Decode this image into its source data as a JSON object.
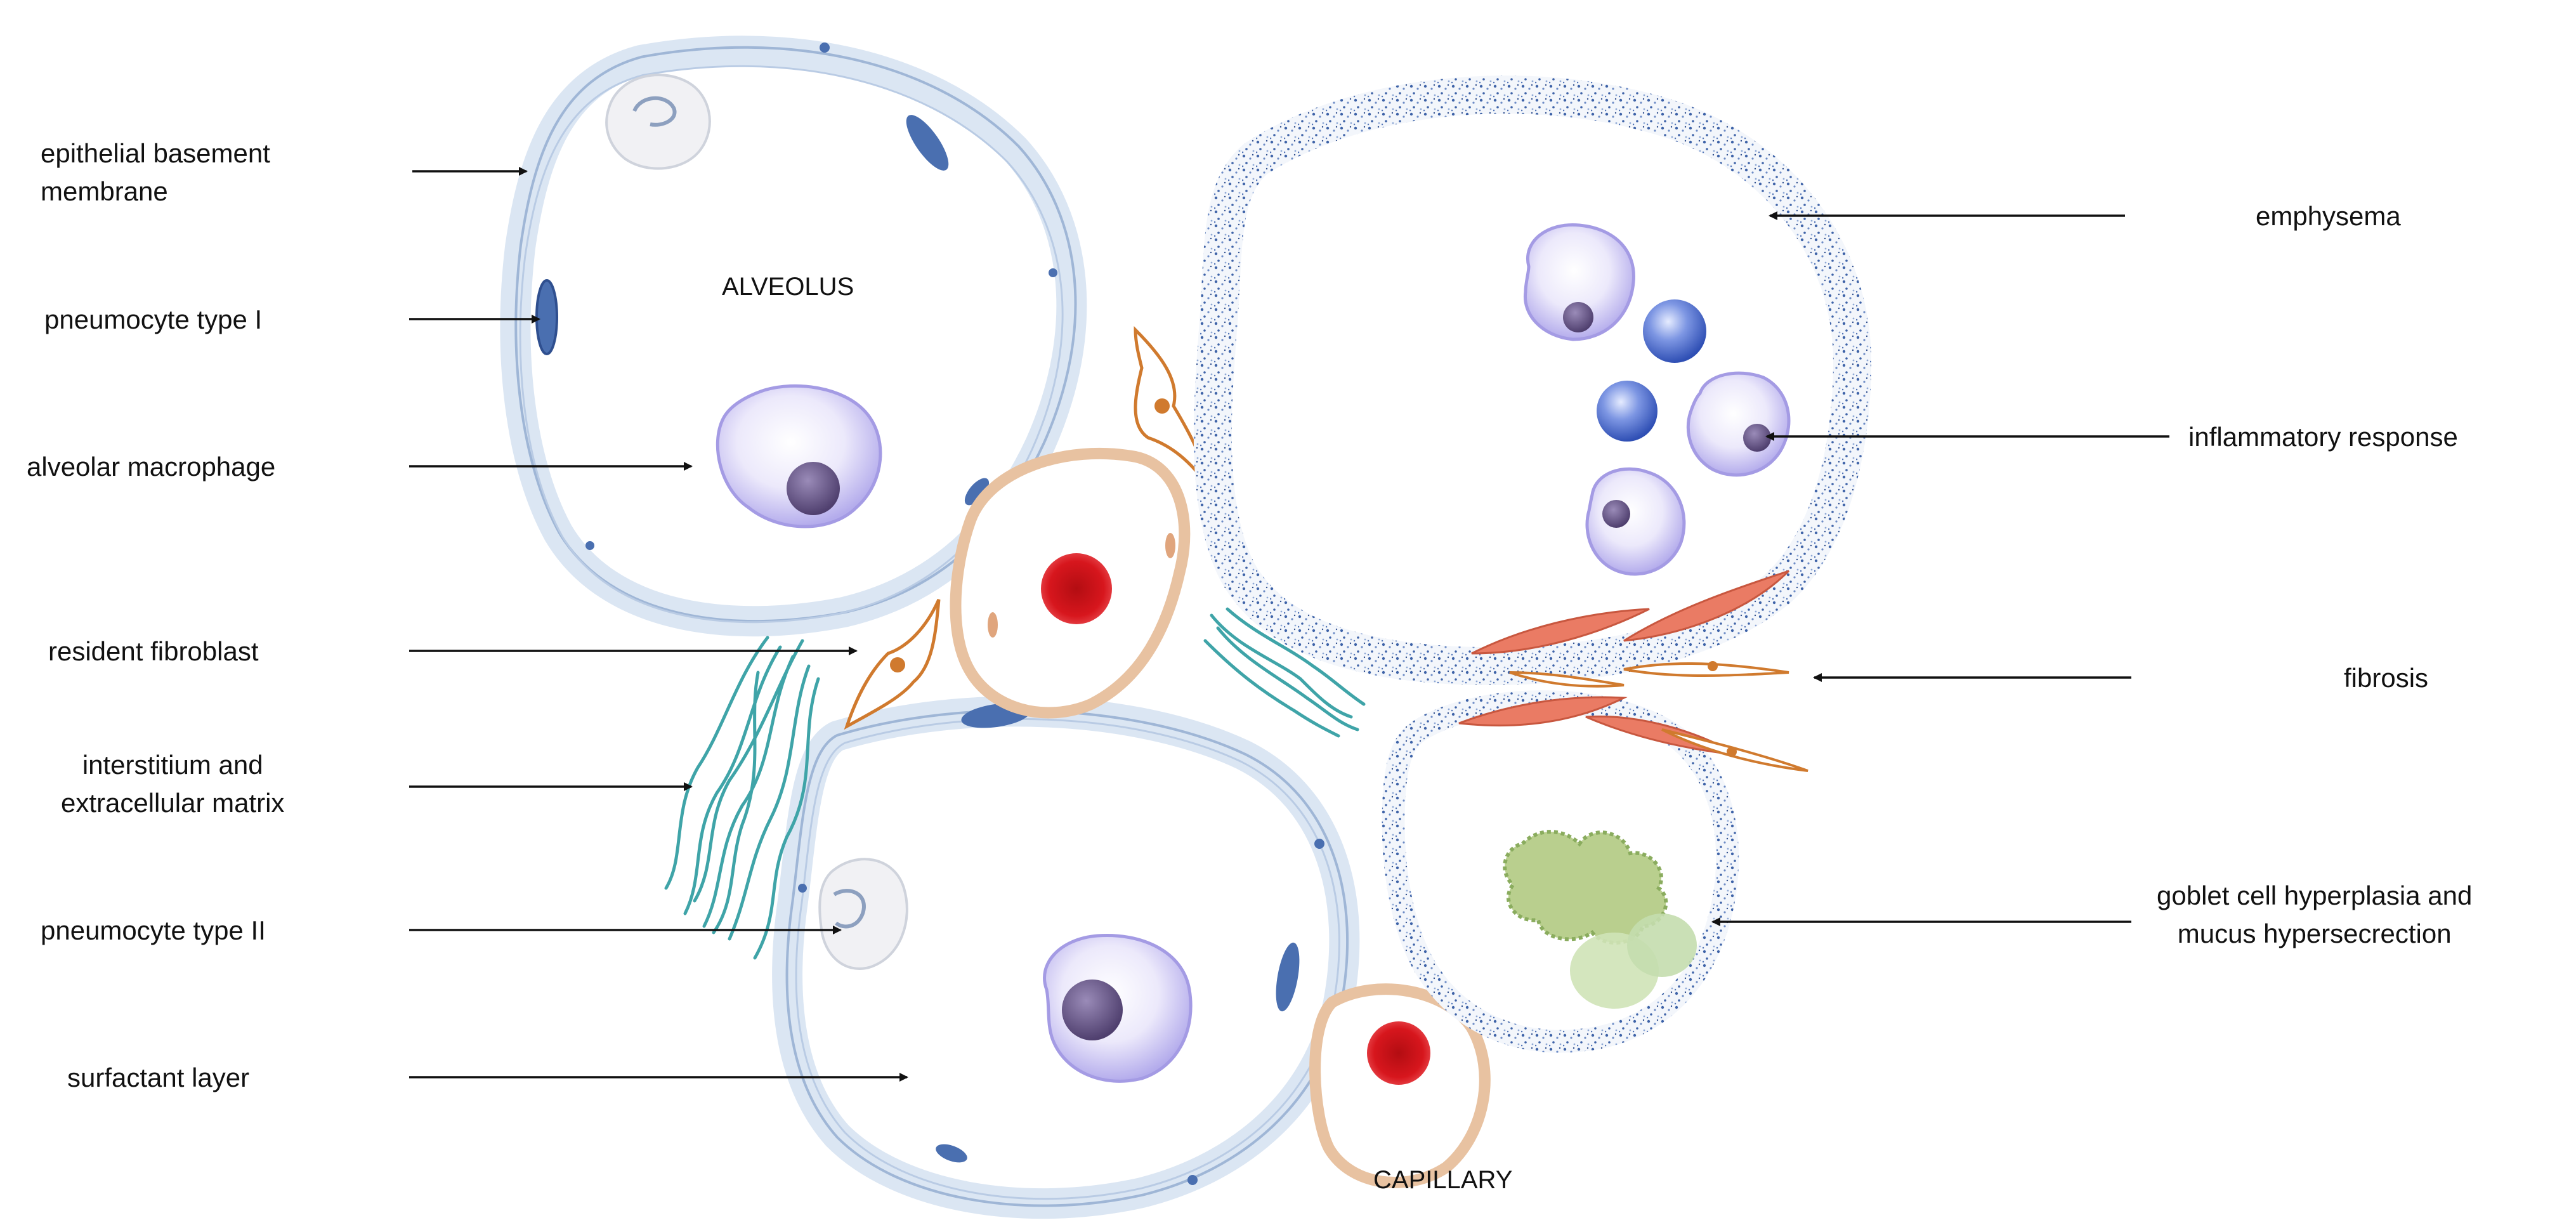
{
  "labels": {
    "left": [
      {
        "text": "epithelial basement\nmembrane"
      },
      {
        "text": "pneumocyte type I"
      },
      {
        "text": "alveolar macrophage"
      },
      {
        "text": "resident fibroblast"
      },
      {
        "text": "interstitium and\nextracellular matrix"
      },
      {
        "text": "pneumocyte type II"
      },
      {
        "text": "surfactant layer"
      }
    ],
    "right": [
      {
        "text": "emphysema"
      },
      {
        "text": "inflammatory response"
      },
      {
        "text": "fibrosis"
      },
      {
        "text": "goblet cell hyperplasia and\nmucus hypersecrection"
      }
    ],
    "alveolus": "ALVEOLUS",
    "capillary": "CAPILLARY"
  },
  "colors": {
    "membrane_fill": "#dbe6f3",
    "membrane_stroke": "#9fb6d6",
    "pneumocyte_nucleus": "#4a6fb0",
    "macrophage": "#c9c3f0",
    "macrophage_nucleus": "#6a5a8c",
    "lymphocyte": "#4e6fd0",
    "capillary_wall": "#e8c2a1",
    "red_blood_cell": "#d7161d",
    "fibroblast": "#d07a2e",
    "fibrosis_cell": "#ea7b64",
    "ecm_fibers": "#3fa4a8",
    "emphysema_dots": "#3e63a8",
    "mucus": "#8aac5e"
  }
}
